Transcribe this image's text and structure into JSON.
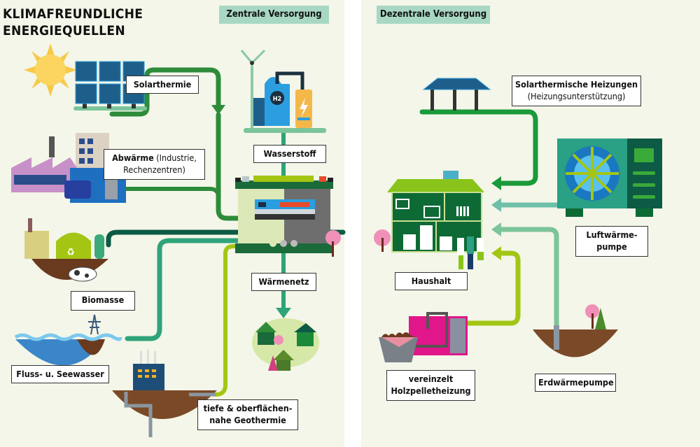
{
  "title": {
    "line1": "KLIMAFREUNDLICHE",
    "line2": "ENERGIEQUELLEN"
  },
  "sections": {
    "central": {
      "label": "Zentrale Versorgung"
    },
    "decentral": {
      "label": "Dezentrale Versorgung"
    }
  },
  "central_sources": {
    "solarthermie": "Solarthermie",
    "abwaerme": {
      "bold": "Abwärme",
      "rest": " (Industrie,",
      "line2": "Rechenzentren)"
    },
    "biomasse": "Biomasse",
    "wasser": "Fluss- u. Seewasser",
    "geothermie": {
      "line1": "tiefe & oberflächen-",
      "line2": "nahe Geothermie"
    },
    "wasserstoff": "Wasserstoff",
    "waermenetz": "Wärmenetz"
  },
  "decentral_sources": {
    "solar_heizung": {
      "line1": "Solarthermische Heizungen",
      "line2": "(Heizungsunterstützung)"
    },
    "luftwaerme": {
      "line1": "Luftwärme-",
      "line2": "pumpe"
    },
    "haushalt": "Haushalt",
    "holzpellet": {
      "line1": "vereinzelt",
      "line2": "Holzpelletheizung"
    },
    "erdwaerme": "Erdwärmepumpe"
  },
  "icons": {
    "h2_label": "H2"
  },
  "colors": {
    "background": "#f3f6e8",
    "badge": "#a8d8c4",
    "pipe_dark_green": "#2e8b3a",
    "pipe_teal": "#2fa37a",
    "pipe_dark_teal": "#0d5a45",
    "pipe_lime": "#a3c614",
    "pipe_light_teal": "#6ec0a0"
  }
}
